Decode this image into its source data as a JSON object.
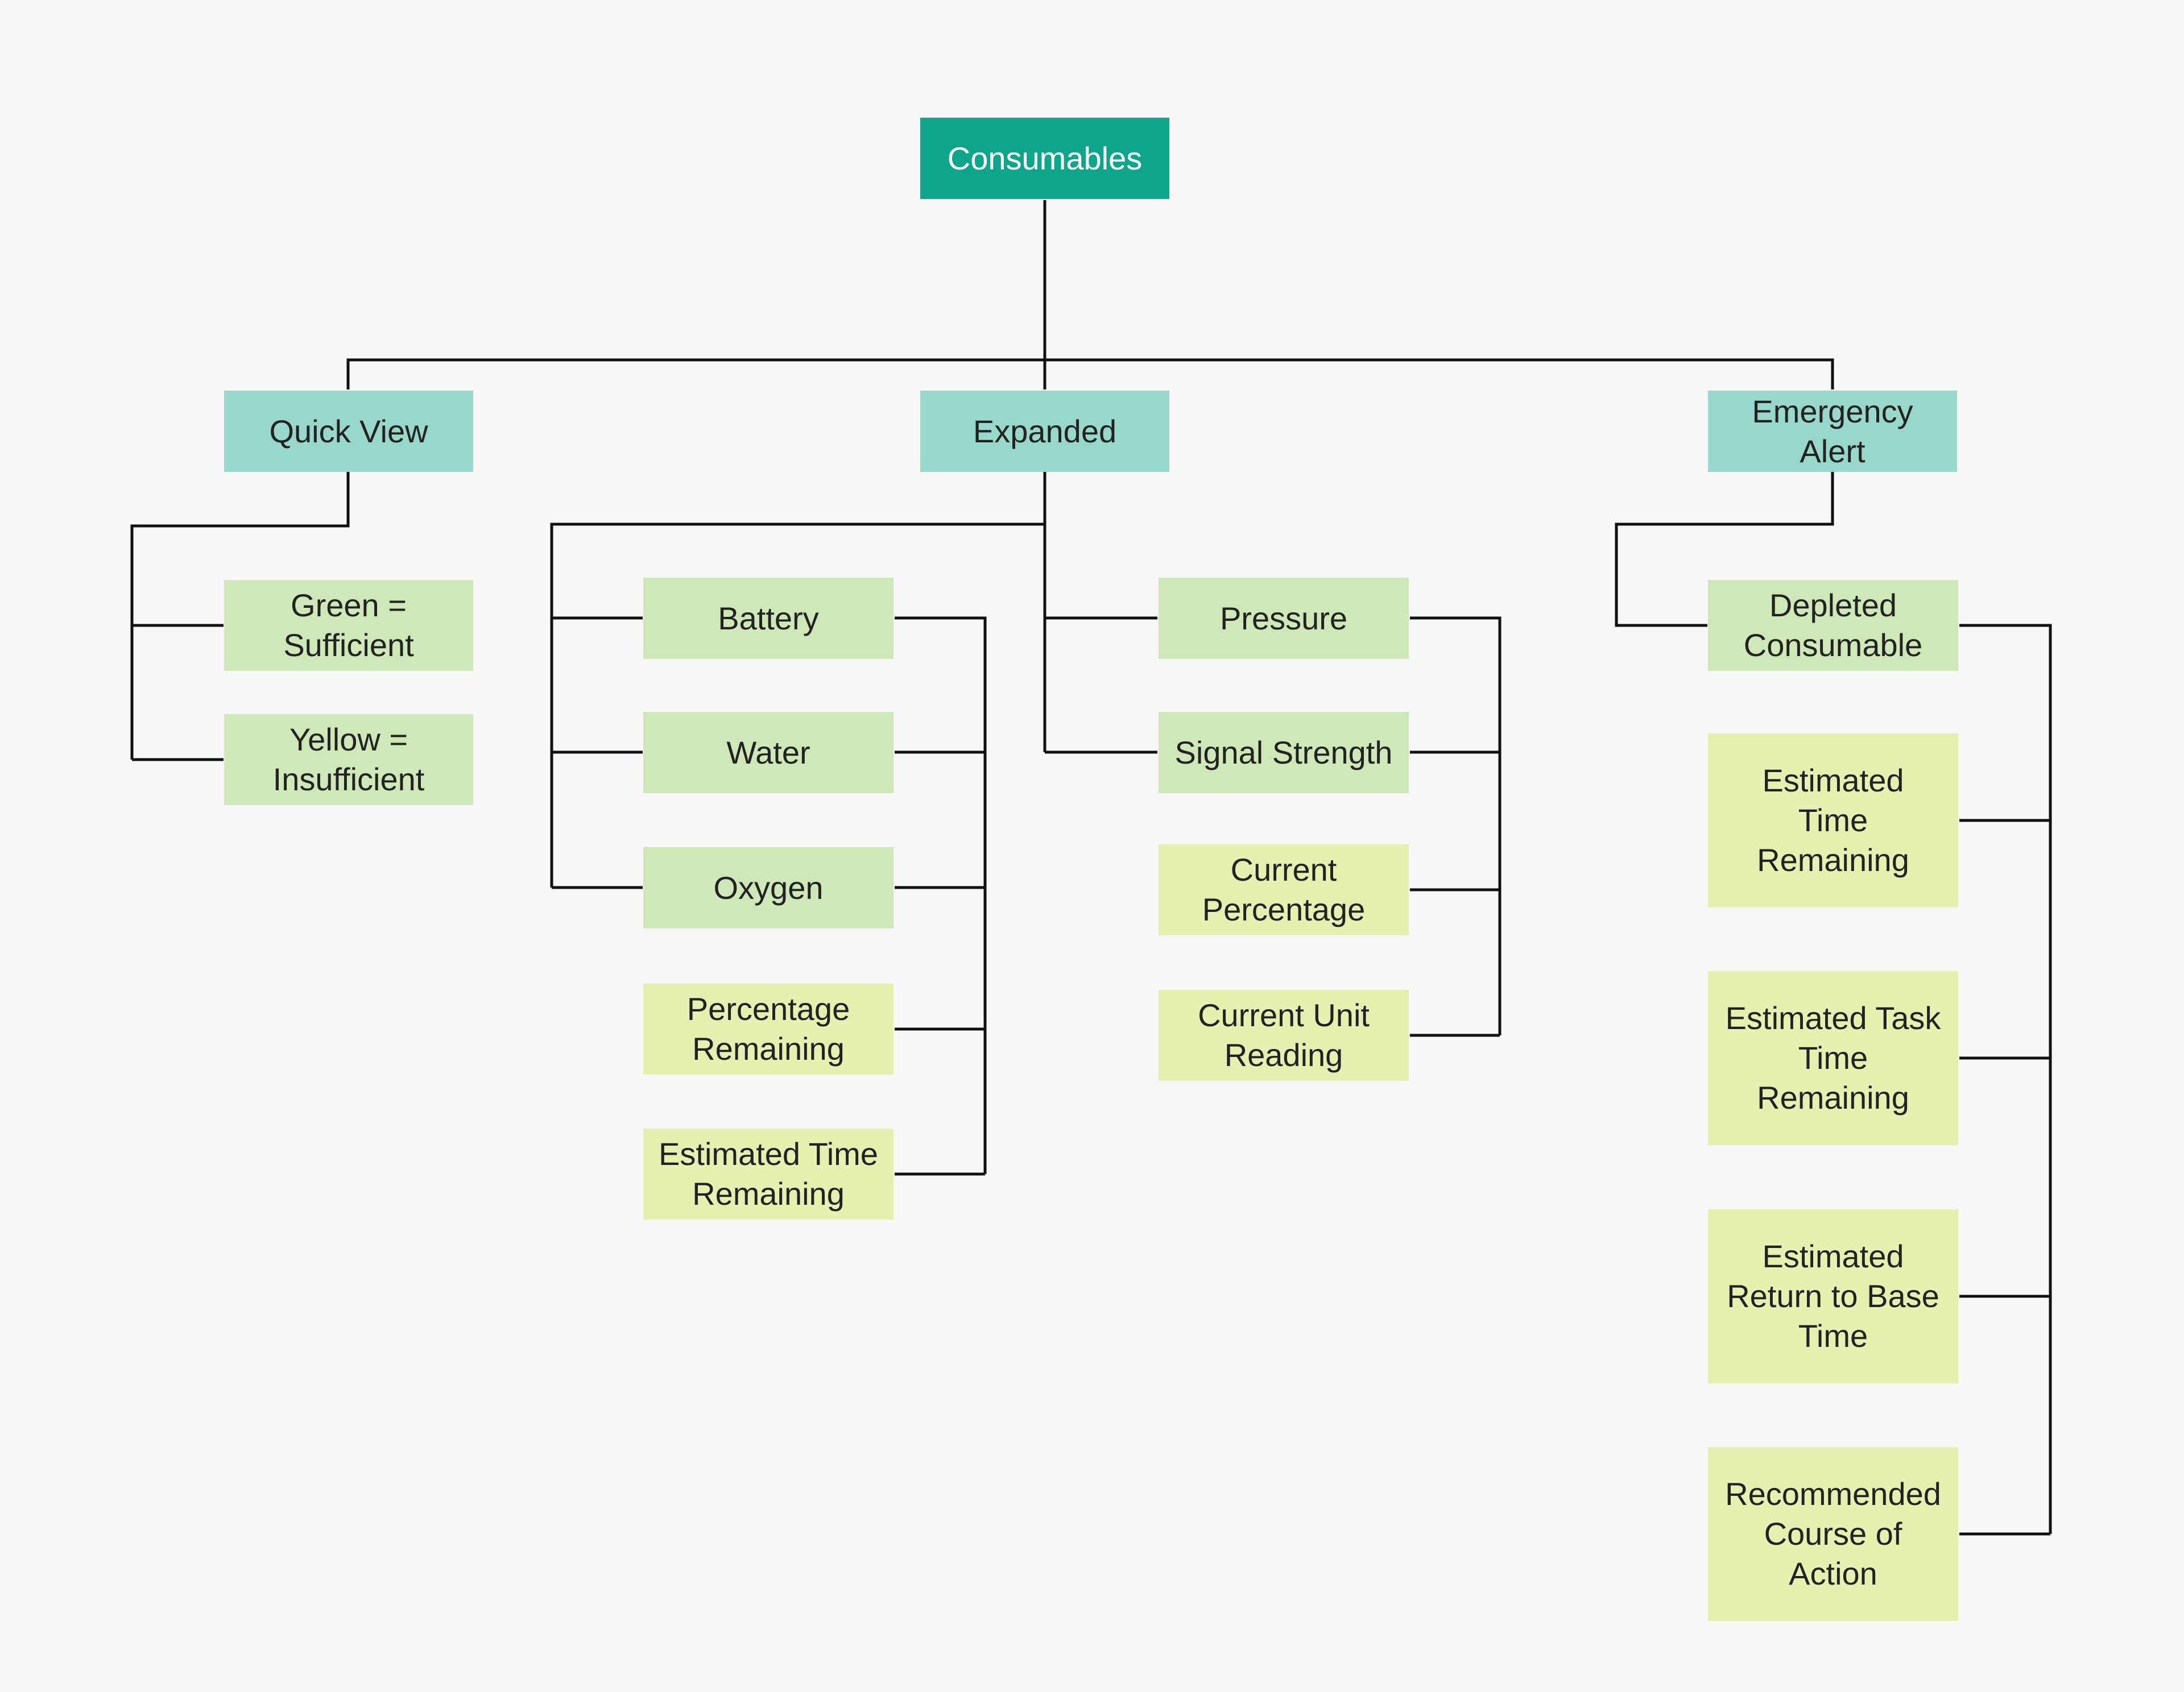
{
  "diagram": {
    "root": "Consumables",
    "categories": {
      "quick_view": "Quick View",
      "expanded": "Expanded",
      "emergency_alert": "Emergency\nAlert"
    },
    "quick_view_items": {
      "green": "Green =\nSufficient",
      "yellow": "Yellow =\nInsufficient"
    },
    "expanded_left": {
      "battery": "Battery",
      "water": "Water",
      "oxygen": "Oxygen",
      "percentage_remaining": "Percentage\nRemaining",
      "estimated_time_remaining": "Estimated Time\nRemaining"
    },
    "expanded_right": {
      "pressure": "Pressure",
      "signal_strength": "Signal Strength",
      "current_percentage": "Current\nPercentage",
      "current_unit_reading": "Current Unit\nReading"
    },
    "emergency_items": {
      "depleted_consumable": "Depleted\nConsumable",
      "estimated_time_remaining": "Estimated\nTime\nRemaining",
      "estimated_task_time_remaining": "Estimated Task\nTime\nRemaining",
      "estimated_return_to_base_time": "Estimated\nReturn to Base\nTime",
      "recommended_course_of_action": "Recommended\nCourse of\nAction"
    }
  },
  "colors": {
    "root": "#0ea58a",
    "category": "#98d8cb",
    "item": "#cfe8b8",
    "subitem": "#e6f0b0",
    "background": "#f7f7f7",
    "connector": "#111111"
  }
}
